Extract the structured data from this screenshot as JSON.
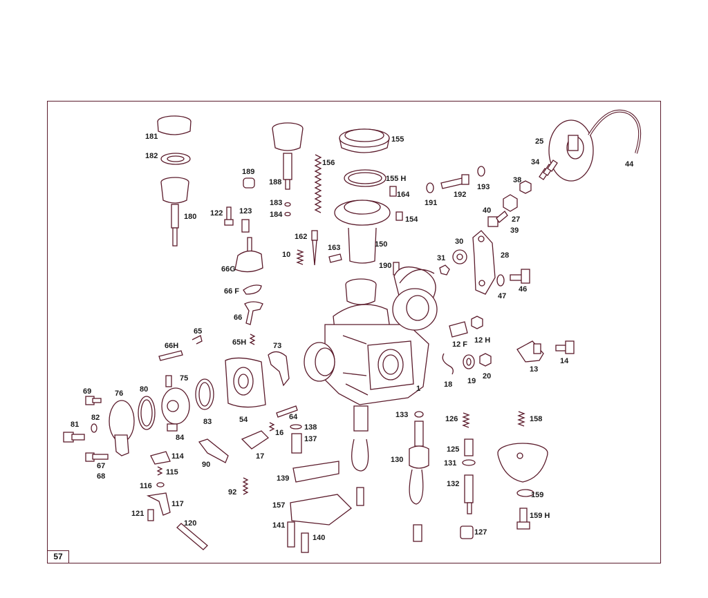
{
  "page_number": "57",
  "colors": {
    "line": "#5a1a2a",
    "text": "#1a1a1a",
    "background": "#ffffff"
  },
  "labels": [
    {
      "id": "181",
      "text": "181"
    },
    {
      "id": "182",
      "text": "182"
    },
    {
      "id": "180",
      "text": "180"
    },
    {
      "id": "189",
      "text": "189"
    },
    {
      "id": "188",
      "text": "188"
    },
    {
      "id": "183",
      "text": "183"
    },
    {
      "id": "184",
      "text": "184"
    },
    {
      "id": "156",
      "text": "156"
    },
    {
      "id": "155",
      "text": "155"
    },
    {
      "id": "155H",
      "text": "155 H"
    },
    {
      "id": "164",
      "text": "164"
    },
    {
      "id": "154",
      "text": "154"
    },
    {
      "id": "150",
      "text": "150"
    },
    {
      "id": "191",
      "text": "191"
    },
    {
      "id": "192",
      "text": "192"
    },
    {
      "id": "193",
      "text": "193"
    },
    {
      "id": "25",
      "text": "25"
    },
    {
      "id": "34",
      "text": "34"
    },
    {
      "id": "44",
      "text": "44"
    },
    {
      "id": "38",
      "text": "38"
    },
    {
      "id": "27",
      "text": "27"
    },
    {
      "id": "40",
      "text": "40"
    },
    {
      "id": "39",
      "text": "39"
    },
    {
      "id": "122",
      "text": "122"
    },
    {
      "id": "123",
      "text": "123"
    },
    {
      "id": "162",
      "text": "162"
    },
    {
      "id": "10",
      "text": "10"
    },
    {
      "id": "163",
      "text": "163"
    },
    {
      "id": "66G",
      "text": "66G"
    },
    {
      "id": "66F",
      "text": "66 F"
    },
    {
      "id": "66",
      "text": "66"
    },
    {
      "id": "190",
      "text": "190"
    },
    {
      "id": "30",
      "text": "30"
    },
    {
      "id": "31",
      "text": "31"
    },
    {
      "id": "28",
      "text": "28"
    },
    {
      "id": "47",
      "text": "47"
    },
    {
      "id": "46",
      "text": "46"
    },
    {
      "id": "65",
      "text": "65"
    },
    {
      "id": "66H",
      "text": "66H"
    },
    {
      "id": "65H",
      "text": "65H"
    },
    {
      "id": "73",
      "text": "73"
    },
    {
      "id": "12F",
      "text": "12 F"
    },
    {
      "id": "12H",
      "text": "12 H"
    },
    {
      "id": "13",
      "text": "13"
    },
    {
      "id": "14",
      "text": "14"
    },
    {
      "id": "18",
      "text": "18"
    },
    {
      "id": "19",
      "text": "19"
    },
    {
      "id": "20",
      "text": "20"
    },
    {
      "id": "1",
      "text": "1"
    },
    {
      "id": "69",
      "text": "69"
    },
    {
      "id": "76",
      "text": "76"
    },
    {
      "id": "80",
      "text": "80"
    },
    {
      "id": "75",
      "text": "75"
    },
    {
      "id": "83",
      "text": "83"
    },
    {
      "id": "54",
      "text": "54"
    },
    {
      "id": "64",
      "text": "64"
    },
    {
      "id": "138",
      "text": "138"
    },
    {
      "id": "137",
      "text": "137"
    },
    {
      "id": "16",
      "text": "16"
    },
    {
      "id": "17",
      "text": "17"
    },
    {
      "id": "133",
      "text": "133"
    },
    {
      "id": "126",
      "text": "126"
    },
    {
      "id": "158",
      "text": "158"
    },
    {
      "id": "81",
      "text": "81"
    },
    {
      "id": "82",
      "text": "82"
    },
    {
      "id": "84",
      "text": "84"
    },
    {
      "id": "67",
      "text": "67"
    },
    {
      "id": "68",
      "text": "68"
    },
    {
      "id": "114",
      "text": "114"
    },
    {
      "id": "90",
      "text": "90"
    },
    {
      "id": "125",
      "text": "125"
    },
    {
      "id": "131",
      "text": "131"
    },
    {
      "id": "130",
      "text": "130"
    },
    {
      "id": "115",
      "text": "115"
    },
    {
      "id": "139",
      "text": "139"
    },
    {
      "id": "116",
      "text": "116"
    },
    {
      "id": "117",
      "text": "117"
    },
    {
      "id": "92",
      "text": "92"
    },
    {
      "id": "132",
      "text": "132"
    },
    {
      "id": "159",
      "text": "159"
    },
    {
      "id": "121",
      "text": "121"
    },
    {
      "id": "157",
      "text": "157"
    },
    {
      "id": "159H",
      "text": "159 H"
    },
    {
      "id": "120",
      "text": "120"
    },
    {
      "id": "141",
      "text": "141"
    },
    {
      "id": "140",
      "text": "140"
    },
    {
      "id": "127",
      "text": "127"
    }
  ]
}
